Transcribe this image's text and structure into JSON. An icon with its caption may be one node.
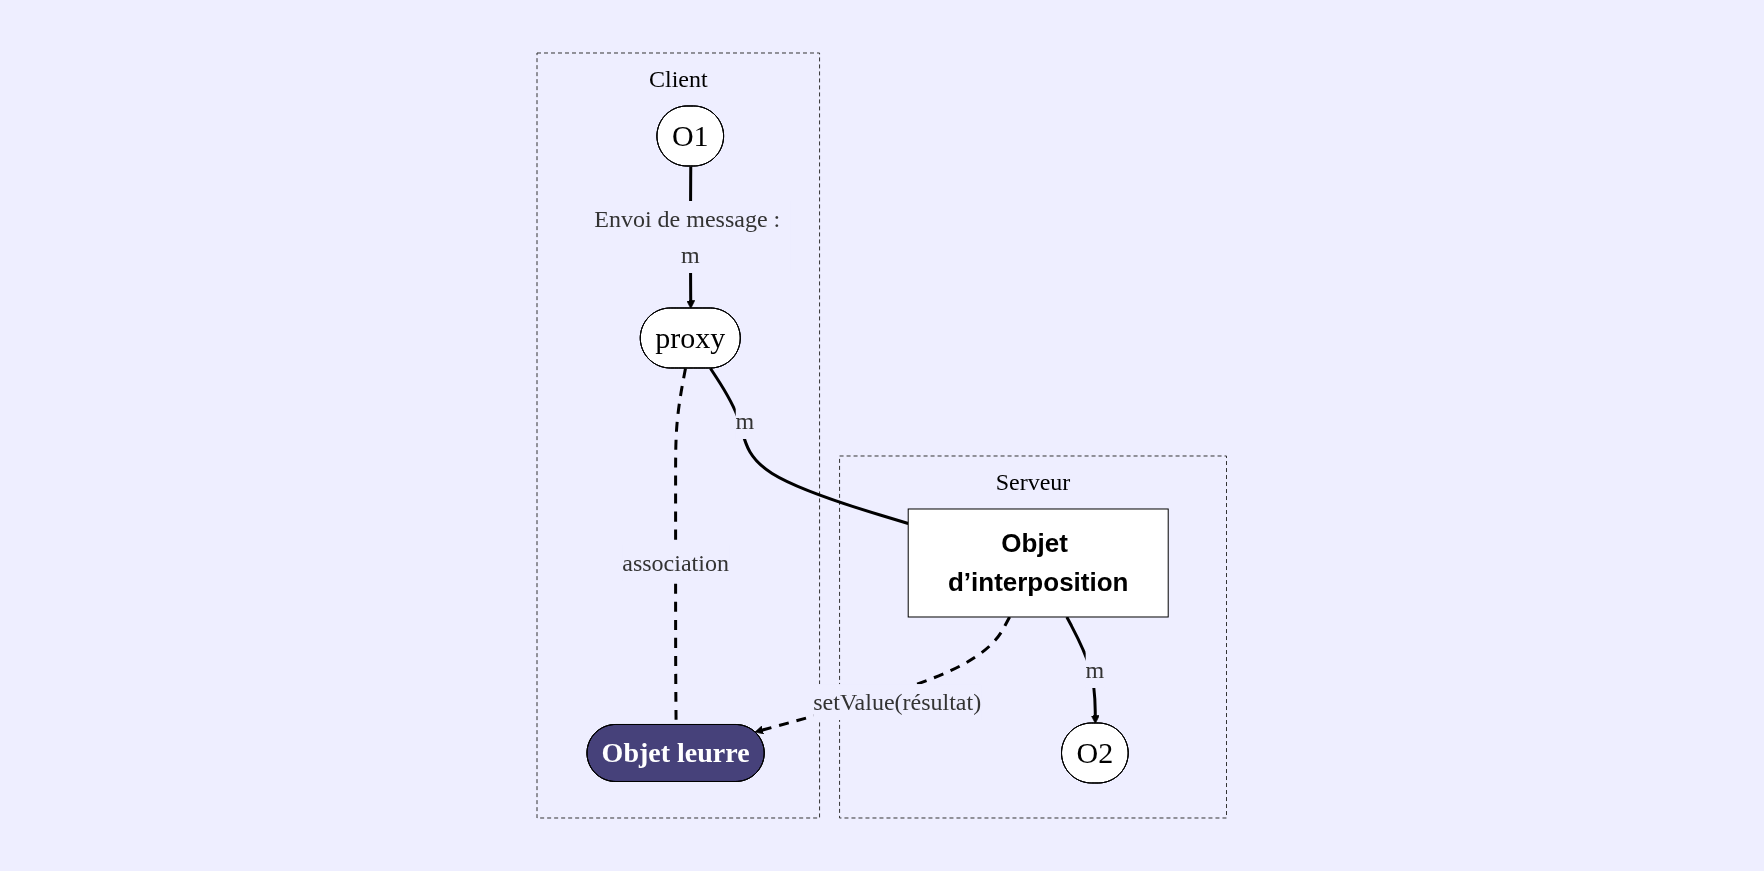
{
  "diagram": {
    "nodes": [
      {
        "text": [
          "Client"
        ]
      },
      {
        "text": [
          "Serveur"
        ]
      },
      {
        "text": [
          "proxy"
        ],
        "in": 0
      },
      {
        "text": [
          "O1"
        ],
        "in": 0
      },
      {
        "text": [
          "Objet leurre"
        ],
        "in": 0
      },
      {
        "text": [
          "Objet d’interposition"
        ],
        "in": 1
      },
      {
        "text": [
          "O2"
        ],
        "in": 1
      }
    ],
    "edges": [
      {
        "from": 3,
        "to": 2,
        "arrow": "to",
        "label": "Envoi de message : m"
      },
      {
        "from": 2,
        "to": 5,
        "arrow": "none",
        "label": "m"
      },
      {
        "from": 5,
        "to": 6,
        "arrow": "to",
        "label": "m"
      },
      {
        "from": 2,
        "to": 4,
        "arrow": "none",
        "label": "association",
        "style": "dashed"
      },
      {
        "from": 5,
        "to": 4,
        "arrow": "to",
        "label": "setValue(résultat)",
        "style": "dashed"
      }
    ]
  }
}
